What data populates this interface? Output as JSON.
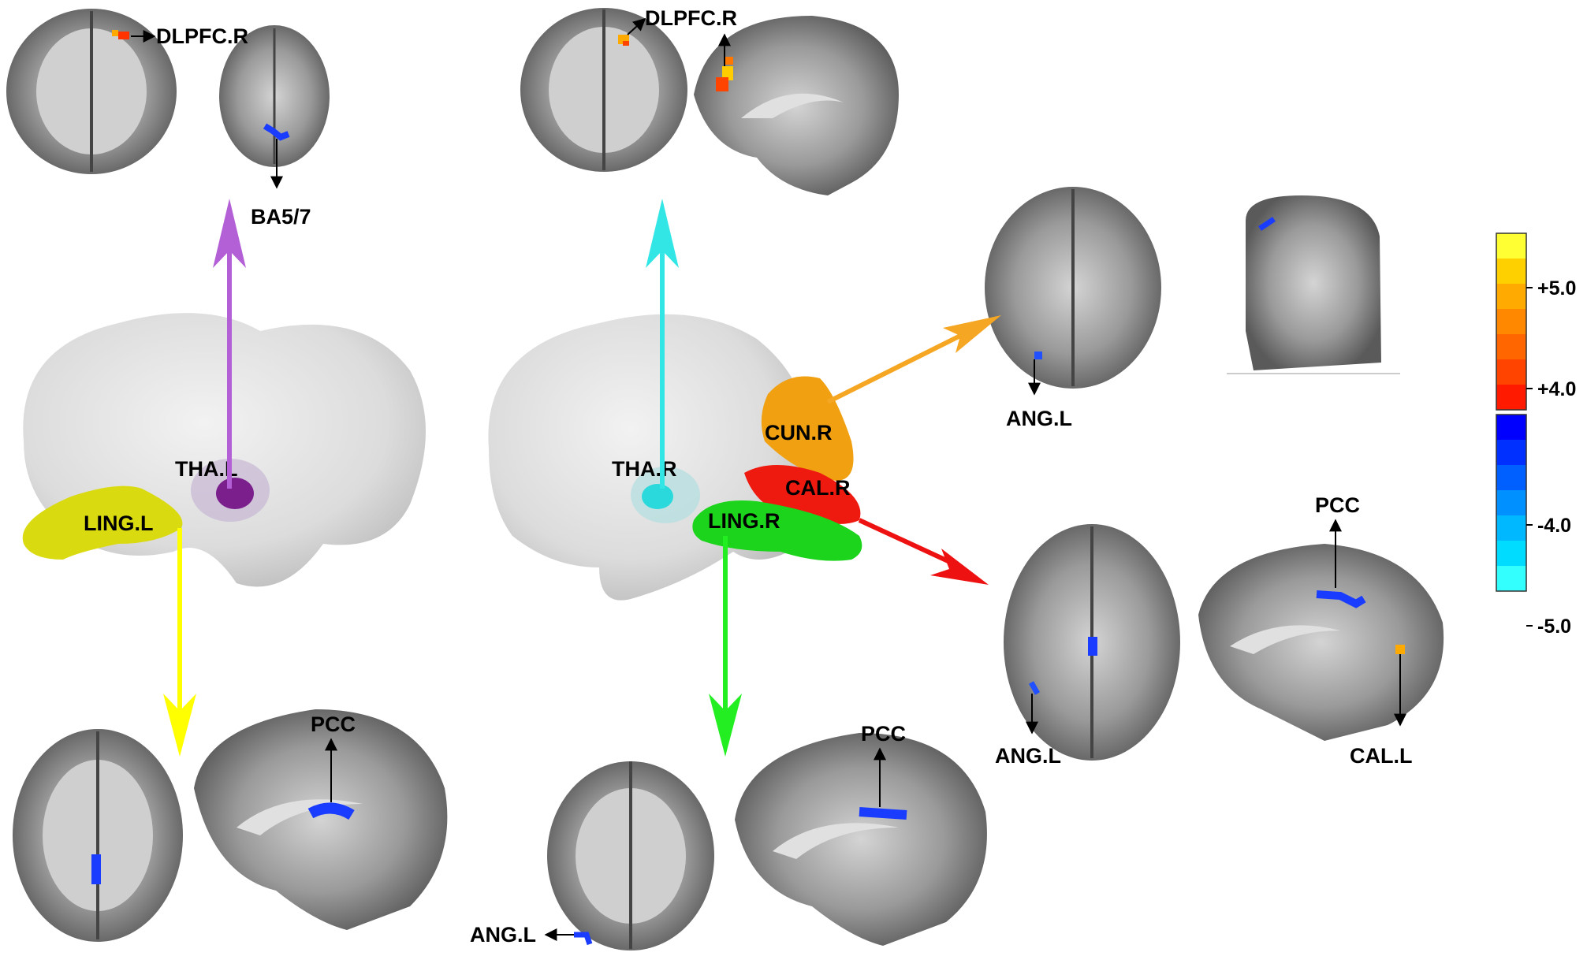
{
  "labels": {
    "dlpfc_r_1": "DLPFC.R",
    "ba57": "BA5/7",
    "dlpfc_r_2": "DLPFC.R",
    "tha_l": "THA.L",
    "ling_l": "LING.L",
    "tha_r": "THA.R",
    "cun_r": "CUN.R",
    "cal_r": "CAL.R",
    "ling_r": "LING.R",
    "ang_l_1": "ANG.L",
    "ang_l_2": "ANG.L",
    "ang_l_3": "ANG.L",
    "pcc_1": "PCC",
    "pcc_2": "PCC",
    "pcc_3": "PCC",
    "cal_l": "CAL.L"
  },
  "colorbar": {
    "ticks": [
      "+5.0",
      "+4.0",
      "-4.0",
      "-5.0"
    ],
    "positive_colors": [
      "#ffff33",
      "#ffd000",
      "#ffaa00",
      "#ff8800",
      "#ff6600",
      "#ff4400",
      "#ff1a00"
    ],
    "negative_colors": [
      "#0000ff",
      "#0030ff",
      "#0060ff",
      "#0090ff",
      "#00b8ff",
      "#00dcff",
      "#33ffff"
    ]
  },
  "roi_colors": {
    "tha_l": "#7a1f8c",
    "ling_l": "#dada10",
    "tha_r": "#2ad9dc",
    "cun_r": "#f0a010",
    "cal_r": "#ee1a10",
    "ling_r": "#1bd41b"
  },
  "arrow_colors": {
    "tha_l": "#b35fd6",
    "ling_l": "#ffff00",
    "tha_r": "#33e6e6",
    "cun_r": "#f5a623",
    "cal_r": "#ee1111",
    "ling_r": "#22ee22"
  }
}
